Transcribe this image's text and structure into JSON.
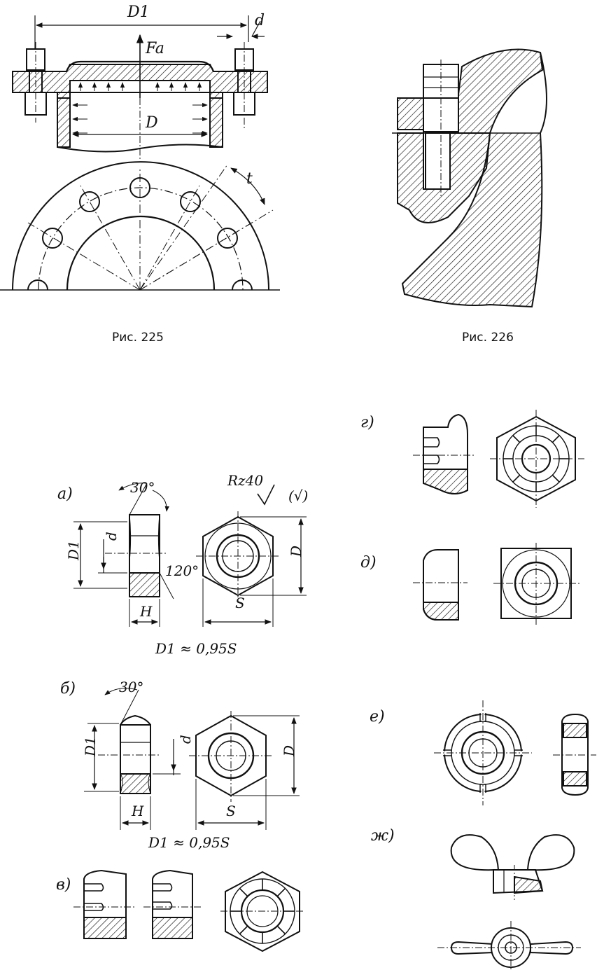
{
  "figures": {
    "fig225": {
      "caption": "Рис.  225",
      "labels": {
        "D1": "D1",
        "d": "d",
        "Fa": "Fa",
        "D": "D",
        "t": "t"
      }
    },
    "fig226": {
      "caption": "Рис.  226"
    },
    "nuts": {
      "variant_a": {
        "letter": "a)",
        "angle_top": "30°",
        "angle_chamfer": "120°",
        "roughness": "Rz40",
        "roughness_paren": "(√)",
        "D1": "D1",
        "d": "d",
        "H": "H",
        "S": "S",
        "D": "D",
        "formula": "D1 ≈ 0,95S"
      },
      "variant_b": {
        "letter": "б)",
        "angle_top": "30°",
        "D1": "D1",
        "d": "d",
        "H": "H",
        "S": "S",
        "D": "D",
        "formula": "D1 ≈ 0,95S"
      },
      "variant_v": {
        "letter": "в)"
      },
      "variant_g": {
        "letter": "г)"
      },
      "variant_d": {
        "letter": "д)"
      },
      "variant_e": {
        "letter": "е)"
      },
      "variant_zh": {
        "letter": "ж)"
      }
    }
  },
  "colors": {
    "ink": "#111111",
    "paper": "#ffffff"
  }
}
